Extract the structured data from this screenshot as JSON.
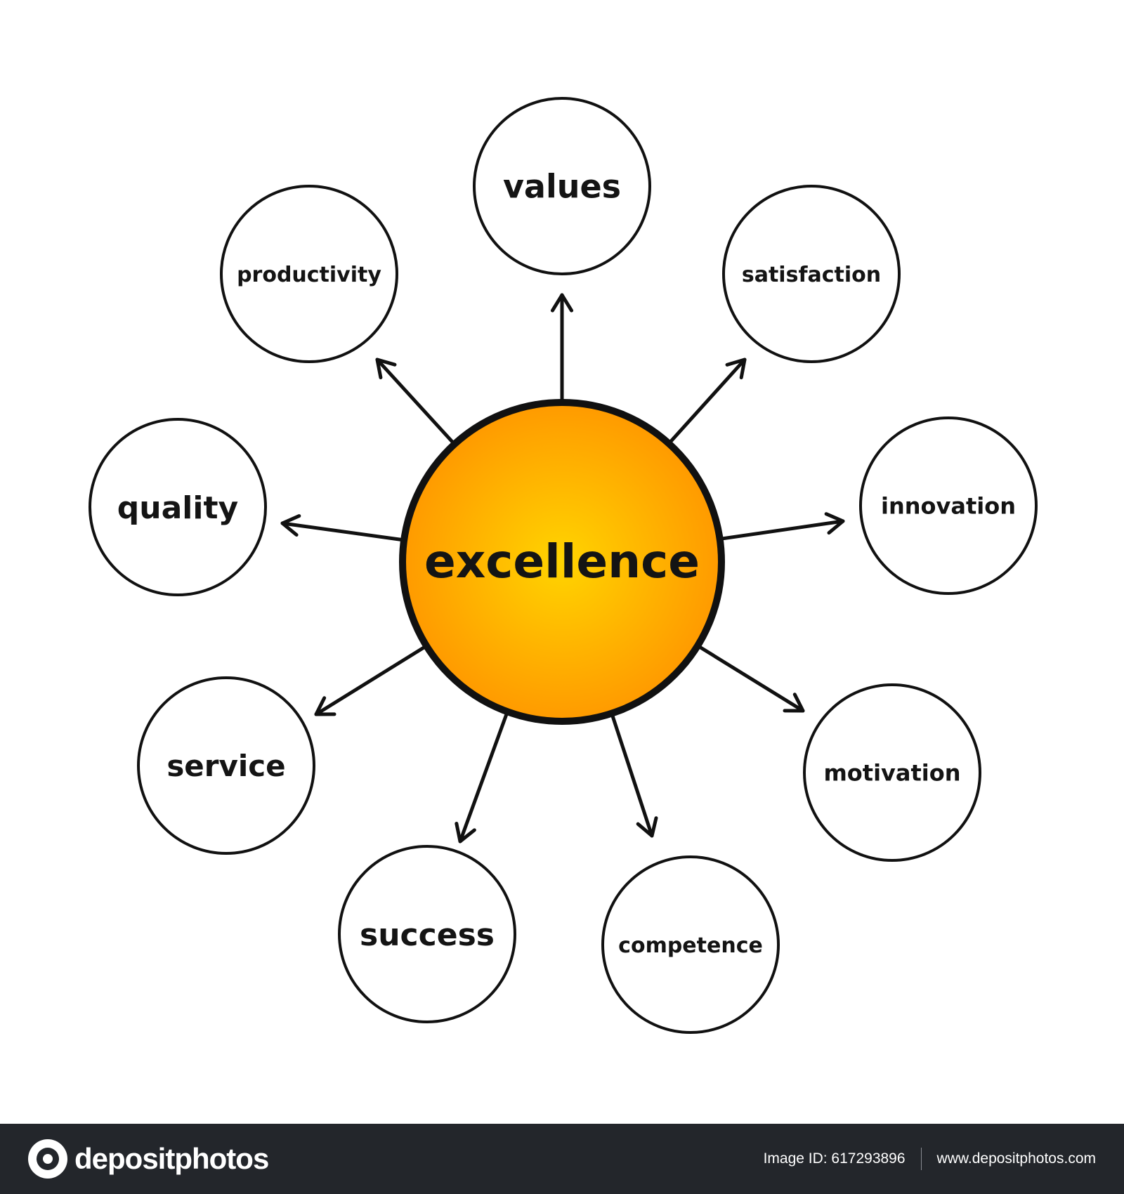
{
  "diagram": {
    "center": {
      "label": "excellence"
    },
    "nodes": [
      {
        "id": "values",
        "label": "values"
      },
      {
        "id": "satisfaction",
        "label": "satisfaction"
      },
      {
        "id": "innovation",
        "label": "innovation"
      },
      {
        "id": "motivation",
        "label": "motivation"
      },
      {
        "id": "competence",
        "label": "competence"
      },
      {
        "id": "success",
        "label": "success"
      },
      {
        "id": "service",
        "label": "service"
      },
      {
        "id": "quality",
        "label": "quality"
      },
      {
        "id": "productivity",
        "label": "productivity"
      }
    ],
    "colors": {
      "center_fill_inner": "#ffd400",
      "center_fill_outer": "#ff9a00",
      "stroke": "#111111",
      "background": "#ffffff"
    }
  },
  "footer": {
    "brand": "depositphotos",
    "image_id": "Image ID: 617293896",
    "url": "www.depositphotos.com",
    "background": "#23262b"
  }
}
